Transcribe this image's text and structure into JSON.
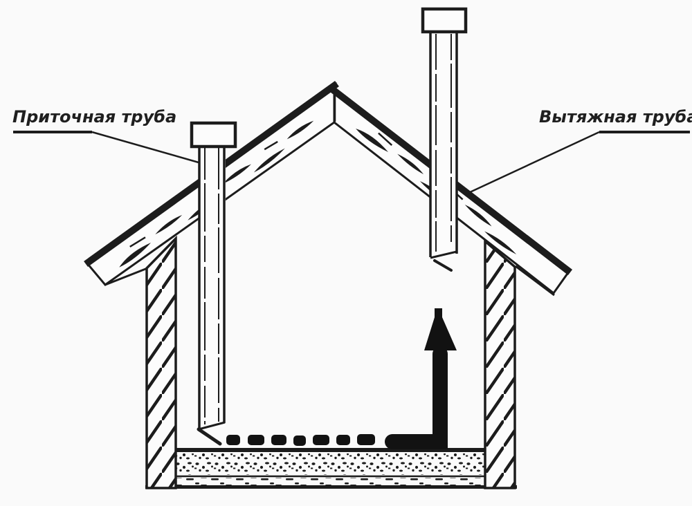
{
  "diagram": {
    "background_color": "#fafafa",
    "ink_color": "#1c1c1c",
    "labels": {
      "supply_pipe": "Приточная труба",
      "exhaust_pipe": "Вытяжная труба"
    },
    "glyphs": {
      "airflow_arrow": "thick-up-arrow",
      "airflow_path": "dashed-flow-line",
      "wall_texture": "diagonal-hatch",
      "floor_texture": "gravel-stipple",
      "roof_texture": "wood-grain"
    }
  }
}
